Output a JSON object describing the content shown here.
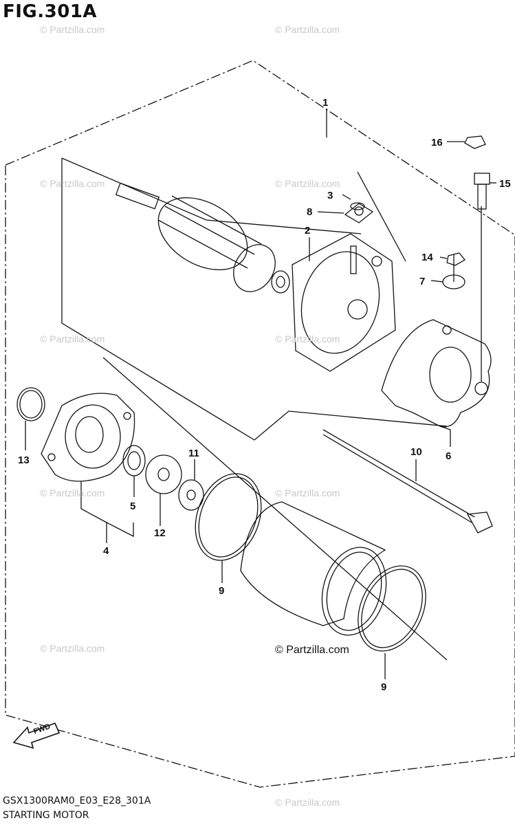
{
  "figure": {
    "title": "FIG.301A",
    "code": "GSX1300RAM0_E03_E28_301A",
    "name": "STARTING MOTOR"
  },
  "watermark": {
    "faint": "© Partzilla.com",
    "main": "© Partzilla.com"
  },
  "direction_label": "FWD",
  "callouts": [
    "1",
    "2",
    "3",
    "4",
    "5",
    "6",
    "7",
    "8",
    "9",
    "9",
    "10",
    "11",
    "12",
    "13",
    "14",
    "15",
    "16"
  ]
}
